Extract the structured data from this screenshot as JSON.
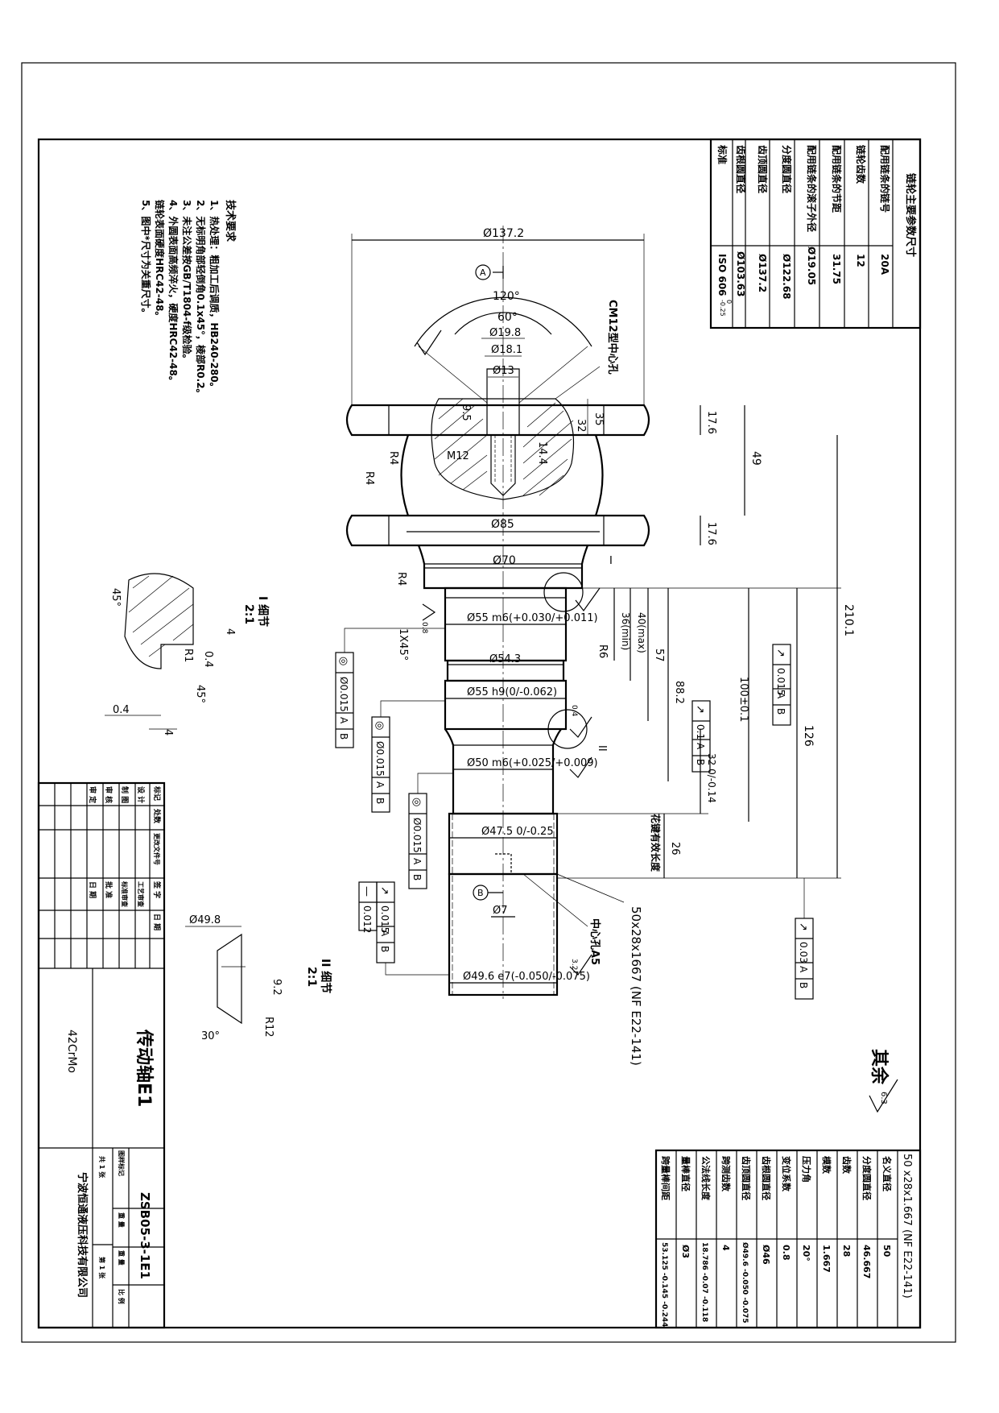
{
  "sprocket_params": {
    "title": "链轮主要参数尺寸",
    "rows": [
      {
        "label": "配用链条的链号",
        "value": "20A"
      },
      {
        "label": "链轮齿数",
        "value": "12"
      },
      {
        "label": "配用链条的节距",
        "value": "31.75"
      },
      {
        "label": "配用链条的滚子外径",
        "value": "Ø19.05"
      },
      {
        "label": "分度圆直径",
        "value": "Ø122.68"
      },
      {
        "label": "齿顶圆直径",
        "value": "Ø137.2"
      },
      {
        "label": "齿根圆直径",
        "value": "Ø103.63"
      },
      {
        "label": "标准",
        "value": "ISO 606"
      }
    ],
    "root_dia_tolerance": [
      "0",
      "-0.25"
    ]
  },
  "tech_requirements": {
    "title": "技术要求",
    "items": [
      "1、热处理：粗加工后调质，HB240-280。",
      "2、无标明角部轻倒角0.1x45°，棱部R0.2。",
      "3、未注公差按GB/T1804-f级检验。",
      "4、外圆表面高频淬火，硬度HRC42-48。",
      "   链轮表面硬度HRC42-48。",
      "5、图中*尺寸为关重尺寸。"
    ]
  },
  "spline_params": {
    "header": "50 x28x1.667 (NF E22-141)",
    "rows": [
      {
        "label": "名义直径",
        "value": "50"
      },
      {
        "label": "分度圆直径",
        "value": "46.667"
      },
      {
        "label": "齿数",
        "value": "28"
      },
      {
        "label": "模数",
        "value": "1.667"
      },
      {
        "label": "压力角",
        "value": "20°"
      },
      {
        "label": "变位系数",
        "value": "0.8"
      },
      {
        "label": "齿根圆直径",
        "value": "Ø46"
      },
      {
        "label": "齿顶圆直径",
        "value": "Ø49.6 -0.050 -0.075"
      },
      {
        "label": "跨测齿数",
        "value": "4"
      },
      {
        "label": "公法线长度",
        "value": "18.786 -0.07 -0.118"
      },
      {
        "label": "量棒直径",
        "value": "Ø3"
      },
      {
        "label": "跨量棒间距",
        "value": "53.125 -0.145 -0.244"
      }
    ]
  },
  "title_block": {
    "part_name": "传动轴E1",
    "material": "42CrMo",
    "drawing_no": "ZSB05-3-1E1",
    "company": "宁波恒通液压科技有限公司",
    "labels": {
      "mark": "标记",
      "count": "处数",
      "change_doc": "更改文件号",
      "sign": "签 字",
      "date": "日 期",
      "design": "设 计",
      "process_review": "工艺审查",
      "draw": "制 图",
      "std_review": "标准审查",
      "check": "审 核",
      "approve": "批 准",
      "verify": "审 定",
      "stage_mark": "图样标记",
      "weight": "重 量",
      "scale": "比 例",
      "total_sheets": "共 1 张",
      "sheet_no": "第 1 张"
    }
  },
  "roughness_other": {
    "label": "其余",
    "value": "6.3"
  },
  "detail_views": {
    "d1_label": "I 细节",
    "d1_scale": "2:1",
    "d2_label": "II 细节",
    "d2_scale": "2:1",
    "d1_dims": [
      "45°",
      "4",
      "R1",
      "0.4",
      "0.4",
      "4",
      "45°"
    ],
    "d2_dims": [
      "Ø49.8",
      "9.2",
      "R12",
      "30°"
    ]
  },
  "main_view": {
    "dims_horizontal": [
      "Ø137.2",
      "120°",
      "60°",
      "Ø19.8",
      "Ø18.1",
      "Ø13",
      "M12",
      "Ø85",
      "Ø70",
      "Ø55 m6(+0.030/+0.011)",
      "Ø54.3",
      "Ø55 h9(0/-0.062)",
      "Ø50 m6(+0.025/+0.009)",
      "Ø47.5 0/-0.25",
      "Ø7",
      "Ø49.6 e7(-0.050/-0.075)"
    ],
    "dims_vertical": [
      "17.6",
      "49",
      "17.6",
      "9.5",
      "32",
      "35",
      "14.4",
      "210.1",
      "126",
      "100±0.1",
      "88.2",
      "57",
      "40(max)",
      "36(min)",
      "32 0/-0.14",
      "26"
    ],
    "labels": {
      "datum_a": "A",
      "datum_b": "B",
      "center_hole_top": "CM12型中心孔",
      "center_hole_bottom": "中心孔A5",
      "spline_callout": "50x28x1667 (NF E22-141)",
      "spline_length_note": "花键有效长度",
      "chamfer": "1X45°",
      "r4a": "R4",
      "r4b": "R4",
      "r4c": "R4",
      "r6": "R6",
      "detail1": "I",
      "detail2": "II",
      "ra08": "0.8",
      "ra04": "0.4",
      "ra32": "3.2"
    },
    "gtol": [
      {
        "sym": "◎",
        "tol": "Ø0.015",
        "d1": "A",
        "d2": "B"
      },
      {
        "sym": "◎",
        "tol": "Ø0.015",
        "d1": "A",
        "d2": "B"
      },
      {
        "sym": "◎",
        "tol": "Ø0.015",
        "d1": "A",
        "d2": "B"
      },
      {
        "sym": "↗",
        "tol": "0.015",
        "d1": "A",
        "d2": "B"
      },
      {
        "sym": "—",
        "tol": "0.012"
      },
      {
        "sym": "↗",
        "tol": "0.015",
        "d1": "A",
        "d2": "B"
      },
      {
        "sym": "↗",
        "tol": "0.1",
        "d1": "A",
        "d2": "B"
      },
      {
        "sym": "↗",
        "tol": "0.03",
        "d1": "A",
        "d2": "B"
      }
    ]
  }
}
